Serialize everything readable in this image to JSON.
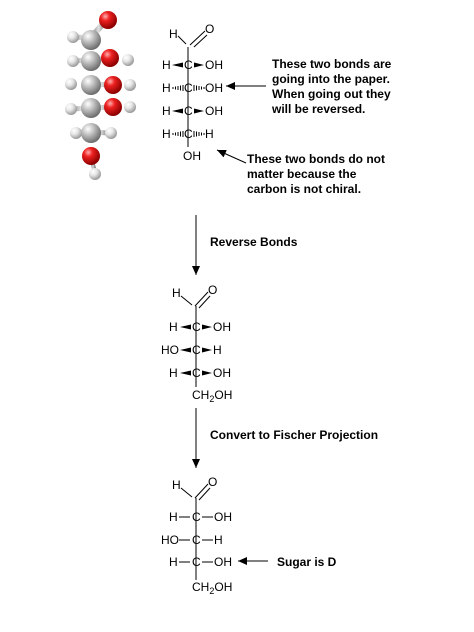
{
  "top_structure": {
    "aldehyde_h": "H",
    "aldehyde_o": "O",
    "rows": [
      {
        "left": "H",
        "center": "C",
        "right": "OH"
      },
      {
        "left": "H",
        "center": "C",
        "right": "OH"
      },
      {
        "left": "H",
        "center": "C",
        "right": "OH"
      },
      {
        "left": "H",
        "center": "C",
        "right": "H"
      }
    ],
    "bottom": "OH"
  },
  "annotations": {
    "hashed_bonds_note": [
      "These two bonds are",
      "going into the paper.",
      "When going out they",
      "will be reversed."
    ],
    "achiral_note": [
      "These two bonds do not",
      "matter because the",
      "carbon is not chiral."
    ]
  },
  "steps": {
    "reverse_label": "Reverse Bonds",
    "fischer_label": "Convert to Fischer Projection"
  },
  "middle_structure": {
    "aldehyde_h": "H",
    "aldehyde_o": "O",
    "rows": [
      {
        "left": "H",
        "center": "C",
        "right": "OH"
      },
      {
        "left": "HO",
        "center": "C",
        "right": "H"
      },
      {
        "left": "H",
        "center": "C",
        "right": "OH"
      }
    ],
    "bottom": "CH2OH"
  },
  "fischer_structure": {
    "aldehyde_h": "H",
    "aldehyde_o": "O",
    "rows": [
      {
        "left": "H",
        "center": "C",
        "right": "OH"
      },
      {
        "left": "HO",
        "center": "C",
        "right": "H"
      },
      {
        "left": "H",
        "center": "C",
        "right": "OH"
      }
    ],
    "bottom": "CH2OH"
  },
  "conclusion": "Sugar is D",
  "colors": {
    "oxygen_atom": "#e01010",
    "carbon_atom": "#a9a9a9",
    "hydrogen_atom": "#e4e4e4",
    "highlight_oh": "#1a1acc",
    "ink": "#000000"
  }
}
